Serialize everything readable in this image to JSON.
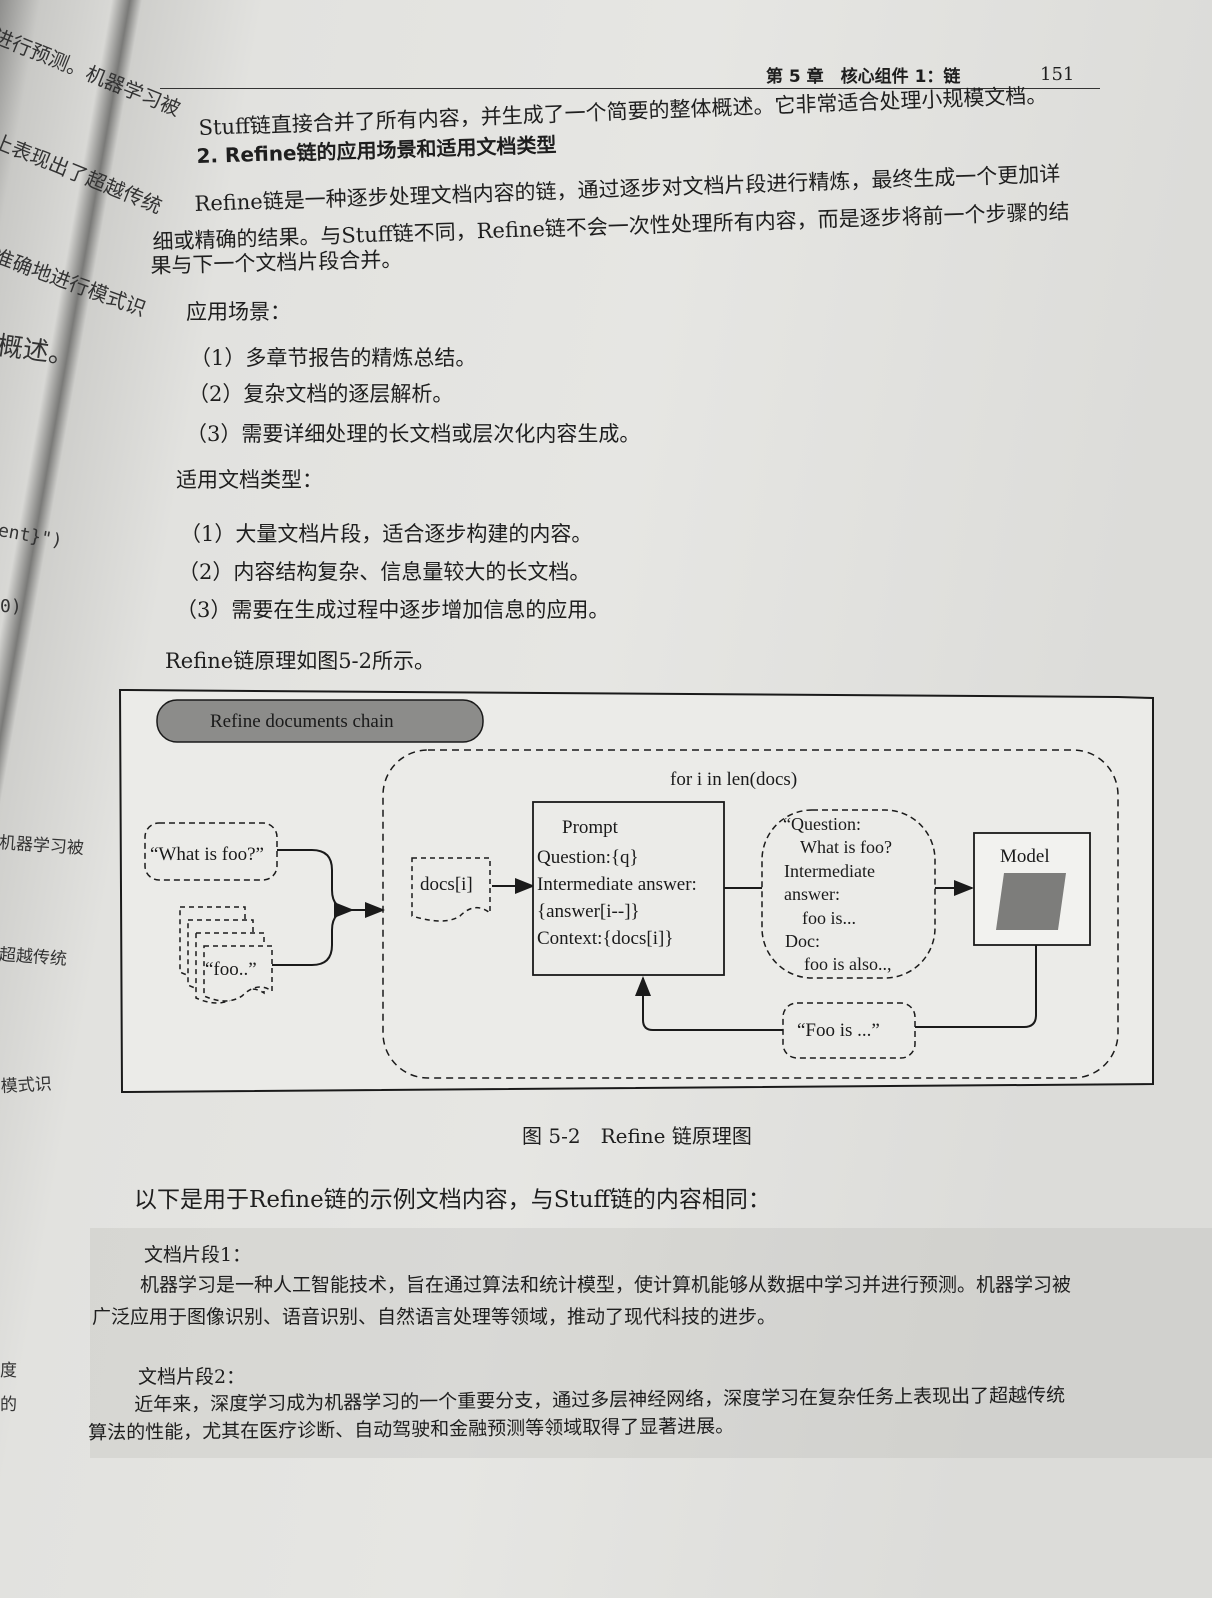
{
  "header": {
    "chapter": "第 5 章　核心组件 1：链",
    "page_number": "151"
  },
  "body": {
    "intro_line": "Stuff链直接合并了所有内容，并生成了一个简要的整体概述。它非常适合处理小规模文档。",
    "section_heading": "2. Refine链的应用场景和适用文档类型",
    "para_lines": [
      "Refine链是一种逐步处理文档内容的链，通过逐步对文档片段进行精炼，最终生成一个更加详",
      "细或精确的结果。与Stuff链不同，Refine链不会一次性处理所有内容，而是逐步将前一个步骤的结",
      "果与下一个文档片段合并。"
    ],
    "scenarios_label": "应用场景：",
    "scenarios": [
      "（1）多章节报告的精炼总结。",
      "（2）复杂文档的逐层解析。",
      "（3）需要详细处理的长文档或层次化内容生成。"
    ],
    "doc_types_label": "适用文档类型：",
    "doc_types": [
      "（1）大量文档片段，适合逐步构建的内容。",
      "（2）内容结构复杂、信息量较大的长文档。",
      "（3）需要在生成过程中逐步增加信息的应用。"
    ],
    "figure_ref": "Refine链原理如图5-2所示。",
    "figure_caption": "图 5-2　Refine 链原理图",
    "example_intro": "以下是用于Refine链的示例文档内容，与Stuff链的内容相同：",
    "snippet1_label": "文档片段1：",
    "snippet1_lines": [
      "机器学习是一种人工智能技术，旨在通过算法和统计模型，使计算机能够从数据中学习并进行预测。机器学习被",
      "广泛应用于图像识别、语音识别、自然语言处理等领域，推动了现代科技的进步。"
    ],
    "snippet2_label": "文档片段2：",
    "snippet2_lines": [
      "近年来，深度学习成为机器学习的一个重要分支，通过多层神经网络，深度学习在复杂任务上表现出了超越传统",
      "算法的性能，尤其在医疗诊断、自动驾驶和金融预测等领域取得了显著进展。"
    ]
  },
  "diagram": {
    "title": "Refine documents chain",
    "loop_label": "for i in len(docs)",
    "question": "“What is foo?”",
    "docs": "“foo..”",
    "doc_i": "docs[i]",
    "prompt_lines": [
      "Prompt",
      "Question:{q}",
      "Intermediate answer:",
      "{answer[i--]}",
      "Context:{docs[i]}"
    ],
    "filled_lines": [
      "“Question:",
      "What is foo?",
      "Intermediate",
      "answer:",
      "foo is...",
      "Doc:",
      "foo is also..,"
    ],
    "model": "Model",
    "output": "“Foo is ...”"
  },
  "left_page_fragments": [
    "进行预测。机器学习被",
    "上表现出了超越传统",
    "准确地进行模式识",
    "概述。",
    "ent}\")",
    "0)",
    "机器学习被",
    "超越传统",
    "模式识",
    "度",
    "的"
  ]
}
